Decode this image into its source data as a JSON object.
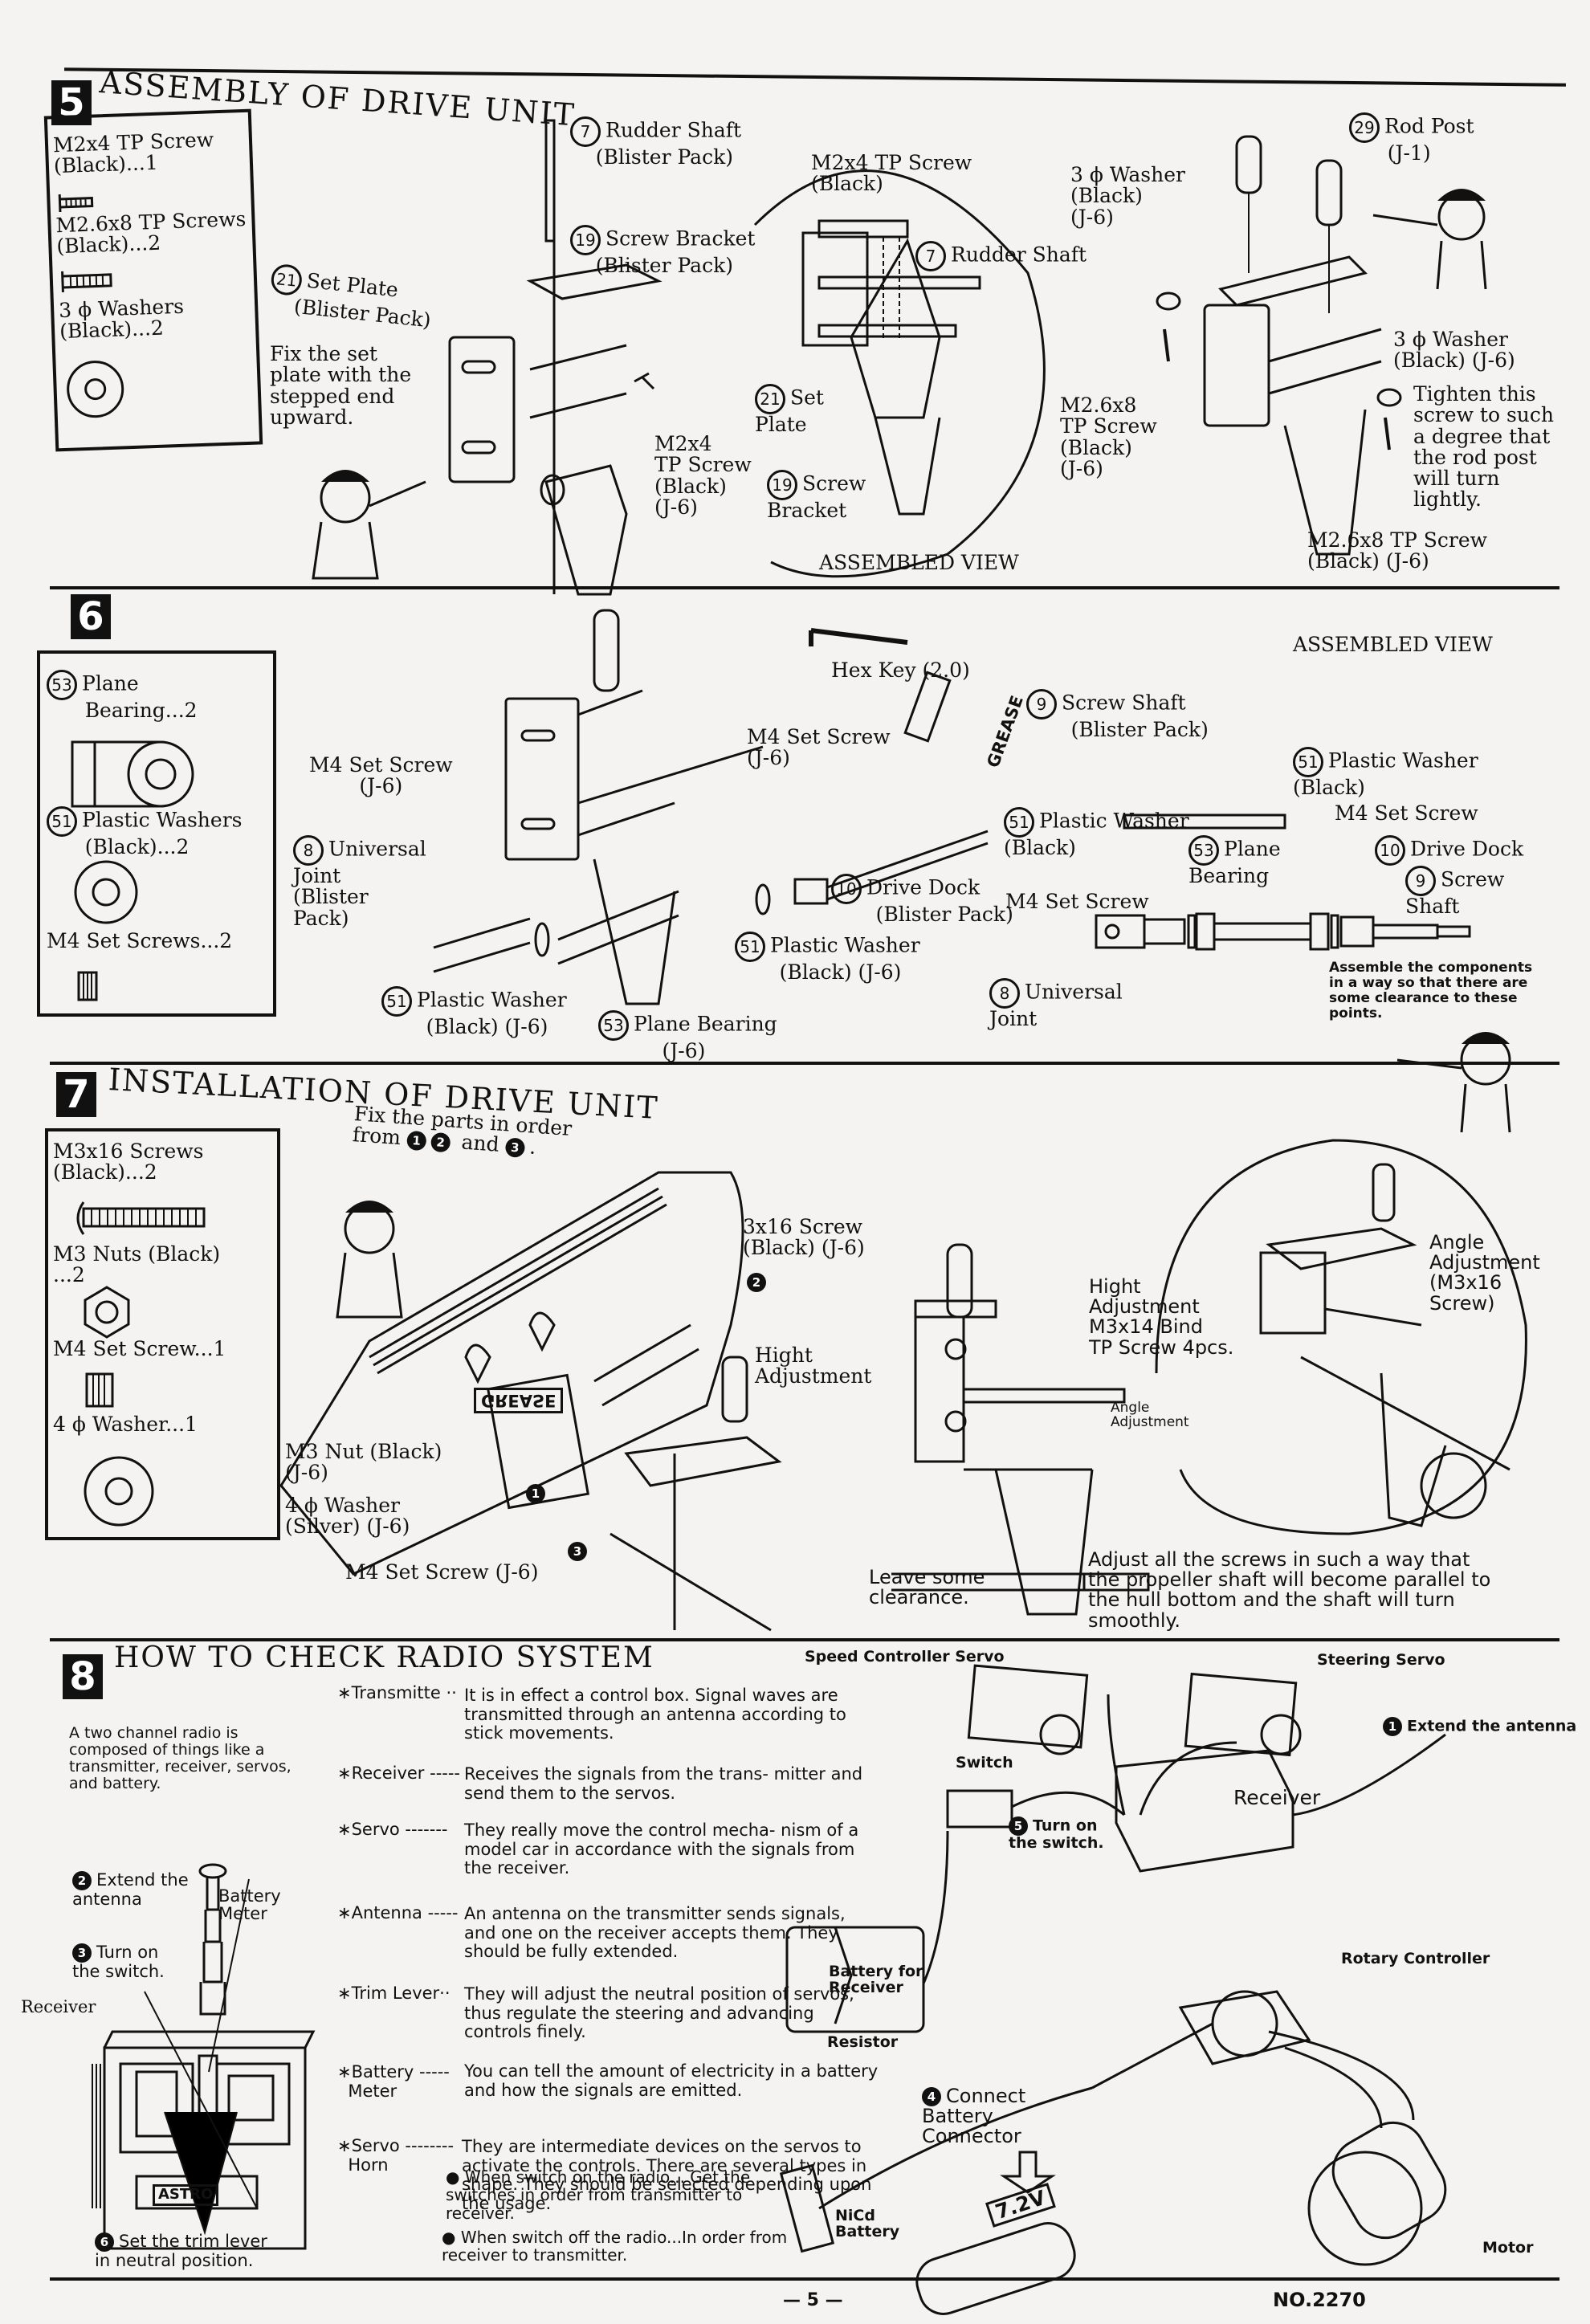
{
  "page": {
    "number": "— 5 —",
    "model_no": "NO.2270"
  },
  "s5": {
    "step": "5",
    "title": "ASSEMBLY OF DRIVE UNIT",
    "parts_box": [
      {
        "name": "M2x4 TP Screw",
        "detail": "(Black)...1"
      },
      {
        "name": "M2.6x8 TP Screws",
        "detail": "(Black)...2"
      },
      {
        "name": "3 ϕ Washers",
        "detail": "(Black)...2"
      }
    ],
    "callouts": {
      "rudder_shaft": {
        "num": "7",
        "text": "Rudder Shaft",
        "sub": "(Blister Pack)"
      },
      "screw_bracket": {
        "num": "19",
        "text": "Screw Bracket",
        "sub": "(Blister Pack)"
      },
      "set_plate": {
        "num": "21",
        "text": "Set Plate",
        "sub": "(Blister Pack)"
      },
      "fix_note": "Fix the set\nplate with the\nstepped end\nupward.",
      "m2x4": "M2x4\nTP Screw\n(Black)\n(J-6)"
    },
    "assembled": {
      "label": "ASSEMBLED VIEW",
      "m2x4": "M2x4 TP Screw\n(Black)",
      "rudder_shaft": {
        "num": "7",
        "text": "Rudder Shaft"
      },
      "set_plate": {
        "num": "21",
        "text": "Set\nPlate"
      },
      "screw_bracket": {
        "num": "19",
        "text": "Screw\nBracket"
      }
    },
    "right": {
      "rod_post": {
        "num": "29",
        "text": "Rod Post",
        "sub": "(J-1)"
      },
      "washer_top": "3 ϕ Washer\n(Black)\n(J-6)",
      "m26_left": "M2.6x8\nTP Screw\n(Black)\n(J-6)",
      "washer_right": "3 ϕ Washer\n(Black) (J-6)",
      "tighten_note": "Tighten this\nscrew to such\na degree that\nthe rod post\nwill turn\nlightly.",
      "m26_bottom": "M2.6x8 TP Screw\n(Black) (J-6)"
    }
  },
  "s6": {
    "step": "6",
    "parts_box": [
      {
        "num": "53",
        "name": "Plane",
        "detail": "Bearing...2"
      },
      {
        "num": "51",
        "name": "Plastic Washers",
        "detail": "(Black)...2"
      },
      {
        "num": "",
        "name": "M4 Set Screws...2",
        "detail": ""
      }
    ],
    "callouts": {
      "m4_left": "M4 Set Screw\n(J-6)",
      "universal_joint": {
        "num": "8",
        "text": "Universal\nJoint\n(Blister\nPack)"
      },
      "m4_right": "M4 Set Screw\n(J-6)",
      "hex_key": "Hex Key (2.0)",
      "grease": "GREASE",
      "screw_shaft": {
        "num": "9",
        "text": "Screw Shaft",
        "sub": "(Blister Pack)"
      },
      "drive_dock": {
        "num": "10",
        "text": "Drive Dock",
        "sub": "(Blister Pack)"
      },
      "plastic_washer_mid": {
        "num": "51",
        "text": "Plastic Washer",
        "sub": "(Black) (J-6)"
      },
      "plastic_washer_low": {
        "num": "51",
        "text": "Plastic Washer",
        "sub": "(Black) (J-6)"
      },
      "plane_bearing": {
        "num": "53",
        "text": "Plane Bearing",
        "sub": "(J-6)"
      }
    },
    "assembled": {
      "label": "ASSEMBLED VIEW",
      "pw_left": {
        "num": "51",
        "text": "Plastic Washer\n(Black)"
      },
      "m4_left": "M4 Set Screw",
      "plane_bearing": {
        "num": "53",
        "text": "Plane\nBearing"
      },
      "pw_right": {
        "num": "51",
        "text": "Plastic Washer\n(Black)"
      },
      "m4_right": "M4 Set Screw",
      "drive_dock": {
        "num": "10",
        "text": "Drive Dock"
      },
      "screw_shaft": {
        "num": "9",
        "text": "Screw\nShaft"
      },
      "universal_joint": {
        "num": "8",
        "text": "Universal\nJoint"
      },
      "clearance_note": "Assemble the components\nin a way so that there are\nsome clearance to these\npoints."
    }
  },
  "s7": {
    "step": "7",
    "title": "INSTALLATION OF DRIVE UNIT",
    "parts_box": [
      {
        "name": "M3x16 Screws",
        "detail": "(Black)...2"
      },
      {
        "name": "M3 Nuts (Black)",
        "detail": "...2"
      },
      {
        "name": "M4 Set Screw...1",
        "detail": ""
      },
      {
        "name": "4 ϕ Washer...1",
        "detail": ""
      }
    ],
    "fix_order": {
      "pre": "Fix the parts in order",
      "from": "from",
      "n1": "1",
      "n2": "2",
      "and": "and",
      "n3": "3",
      "post": "."
    },
    "callouts": {
      "screw_3x16": "3x16 Screw\n(Black) (J-6)",
      "bullet2": "2",
      "bullet1": "1",
      "bullet3": "3",
      "m3_nut": "M3 Nut (Black)\n(J-6)",
      "washer4": "4 ϕ Washer\n(Silver) (J-6)",
      "m4_set": "M4 Set Screw (J-6)",
      "grease": "GREASE",
      "hight_adj_mid": "Hight\nAdjustment",
      "leave_clearance": "Leave some\nclearance.",
      "angle_adj_small": "Angle\nAdjustment",
      "hight_adj_right": "Hight\nAdjustment\nM3x14 Bind\nTP Screw 4pcs.",
      "angle_adj_right": "Angle\nAdjustment\n(M3x16\nScrew)",
      "adjust_note": "Adjust all the screws in such a way that\nthe propeller shaft will become parallel to\nthe hull bottom and the shaft will turn\nsmoothly."
    }
  },
  "s8": {
    "step": "8",
    "title": "HOW TO CHECK RADIO SYSTEM",
    "intro": "A two channel radio is composed of things like a transmitter, receiver, servos, and battery.",
    "glossary": [
      {
        "term": "∗Transmitte ··",
        "def": "It is in effect a control box. Signal waves are transmitted through an antenna according to stick movements."
      },
      {
        "term": "∗Receiver -----",
        "def": "Receives the signals from the trans- mitter and send them to the servos."
      },
      {
        "term": "∗Servo -------",
        "def": "They really move the control mecha- nism of a model car in accordance with the signals from the receiver."
      },
      {
        "term": "∗Antenna -----",
        "def": "An antenna on the transmitter sends signals, and one on the receiver accepts them. They should be fully extended."
      },
      {
        "term": "∗Trim Lever··",
        "def": "They will adjust the neutral position of servos, thus regulate the steering and advancing controls finely."
      },
      {
        "term": "∗Battery -----\n  Meter",
        "def": "You can tell the amount of electricity in a battery and how the signals are emitted."
      },
      {
        "term": "∗Servo --------\n  Horn",
        "def": "They are intermediate devices on the servos to activate the controls. There are several types in shape. They should be selected depending upon the usage."
      }
    ],
    "notes": [
      "When switch on the radio... Get the switches in order from transmitter to receiver.",
      "When switch off the radio...In order from receiver to transmitter."
    ],
    "transmitter": {
      "extend": {
        "n": "2",
        "text": "Extend the\nantenna"
      },
      "battery_meter": "Battery\nMeter",
      "turn_on": {
        "n": "3",
        "text": "Turn on\nthe switch."
      },
      "receiver": "Receiver",
      "trim": {
        "n": "6",
        "text": "Set the trim lever\nin neutral position."
      },
      "brand": "ASTRO"
    },
    "wiring": {
      "speed_servo": "Speed Controller Servo",
      "steering_servo": "Steering Servo",
      "extend_antenna": {
        "n": "1",
        "text": "Extend the antenna"
      },
      "switch": "Switch",
      "turn_on": {
        "n": "5",
        "text": "Turn on\nthe switch."
      },
      "receiver": "Receiver",
      "battery_rx": "Battery for\nReceiver",
      "rotary": "Rotary Controller",
      "resistor": "Resistor",
      "connect": {
        "n": "4",
        "text": "Connect\nBattery\nConnector"
      },
      "nicd": "NiCd\nBattery",
      "voltage": "7.2V",
      "motor": "Motor"
    }
  }
}
